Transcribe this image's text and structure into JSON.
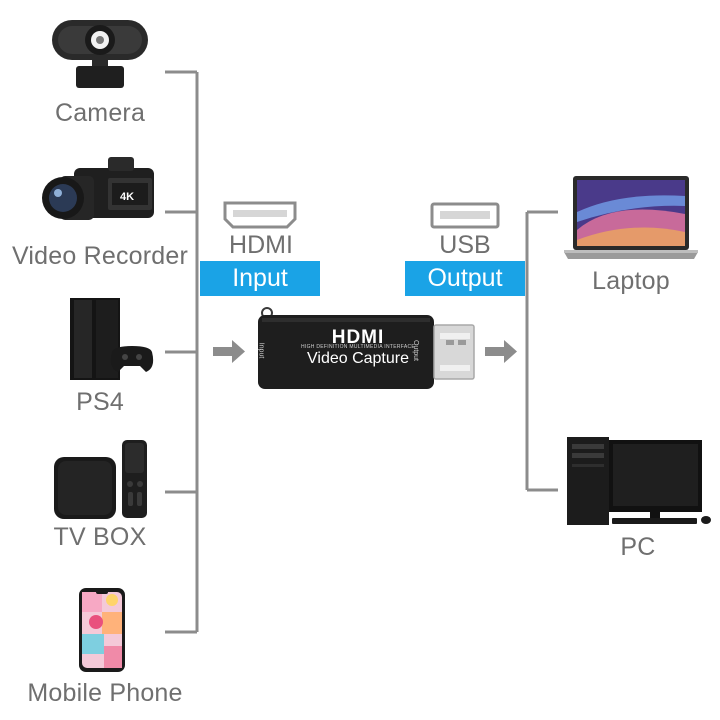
{
  "inputs": {
    "camera": "Camera",
    "video_recorder": "Video Recorder",
    "ps4": "PS4",
    "tv_box": "TV BOX",
    "mobile_phone": "Mobile Phone"
  },
  "outputs": {
    "laptop": "Laptop",
    "pc": "PC"
  },
  "ports": {
    "hdmi_label": "HDMI",
    "input_tag": "Input",
    "usb_label": "USB",
    "output_tag": "Output"
  },
  "device": {
    "brand": "HDMI",
    "title": "Video Capture",
    "fine_print": "HIGH DEFINITION MULTIMEDIA INTERFACE",
    "side_input": "Input",
    "side_output": "Output",
    "recorder_badge": "4K"
  },
  "colors": {
    "accent": "#1aa3e6",
    "line": "#8c8c8c",
    "text": "#6f6f6f",
    "device": "#1e1e1e"
  }
}
